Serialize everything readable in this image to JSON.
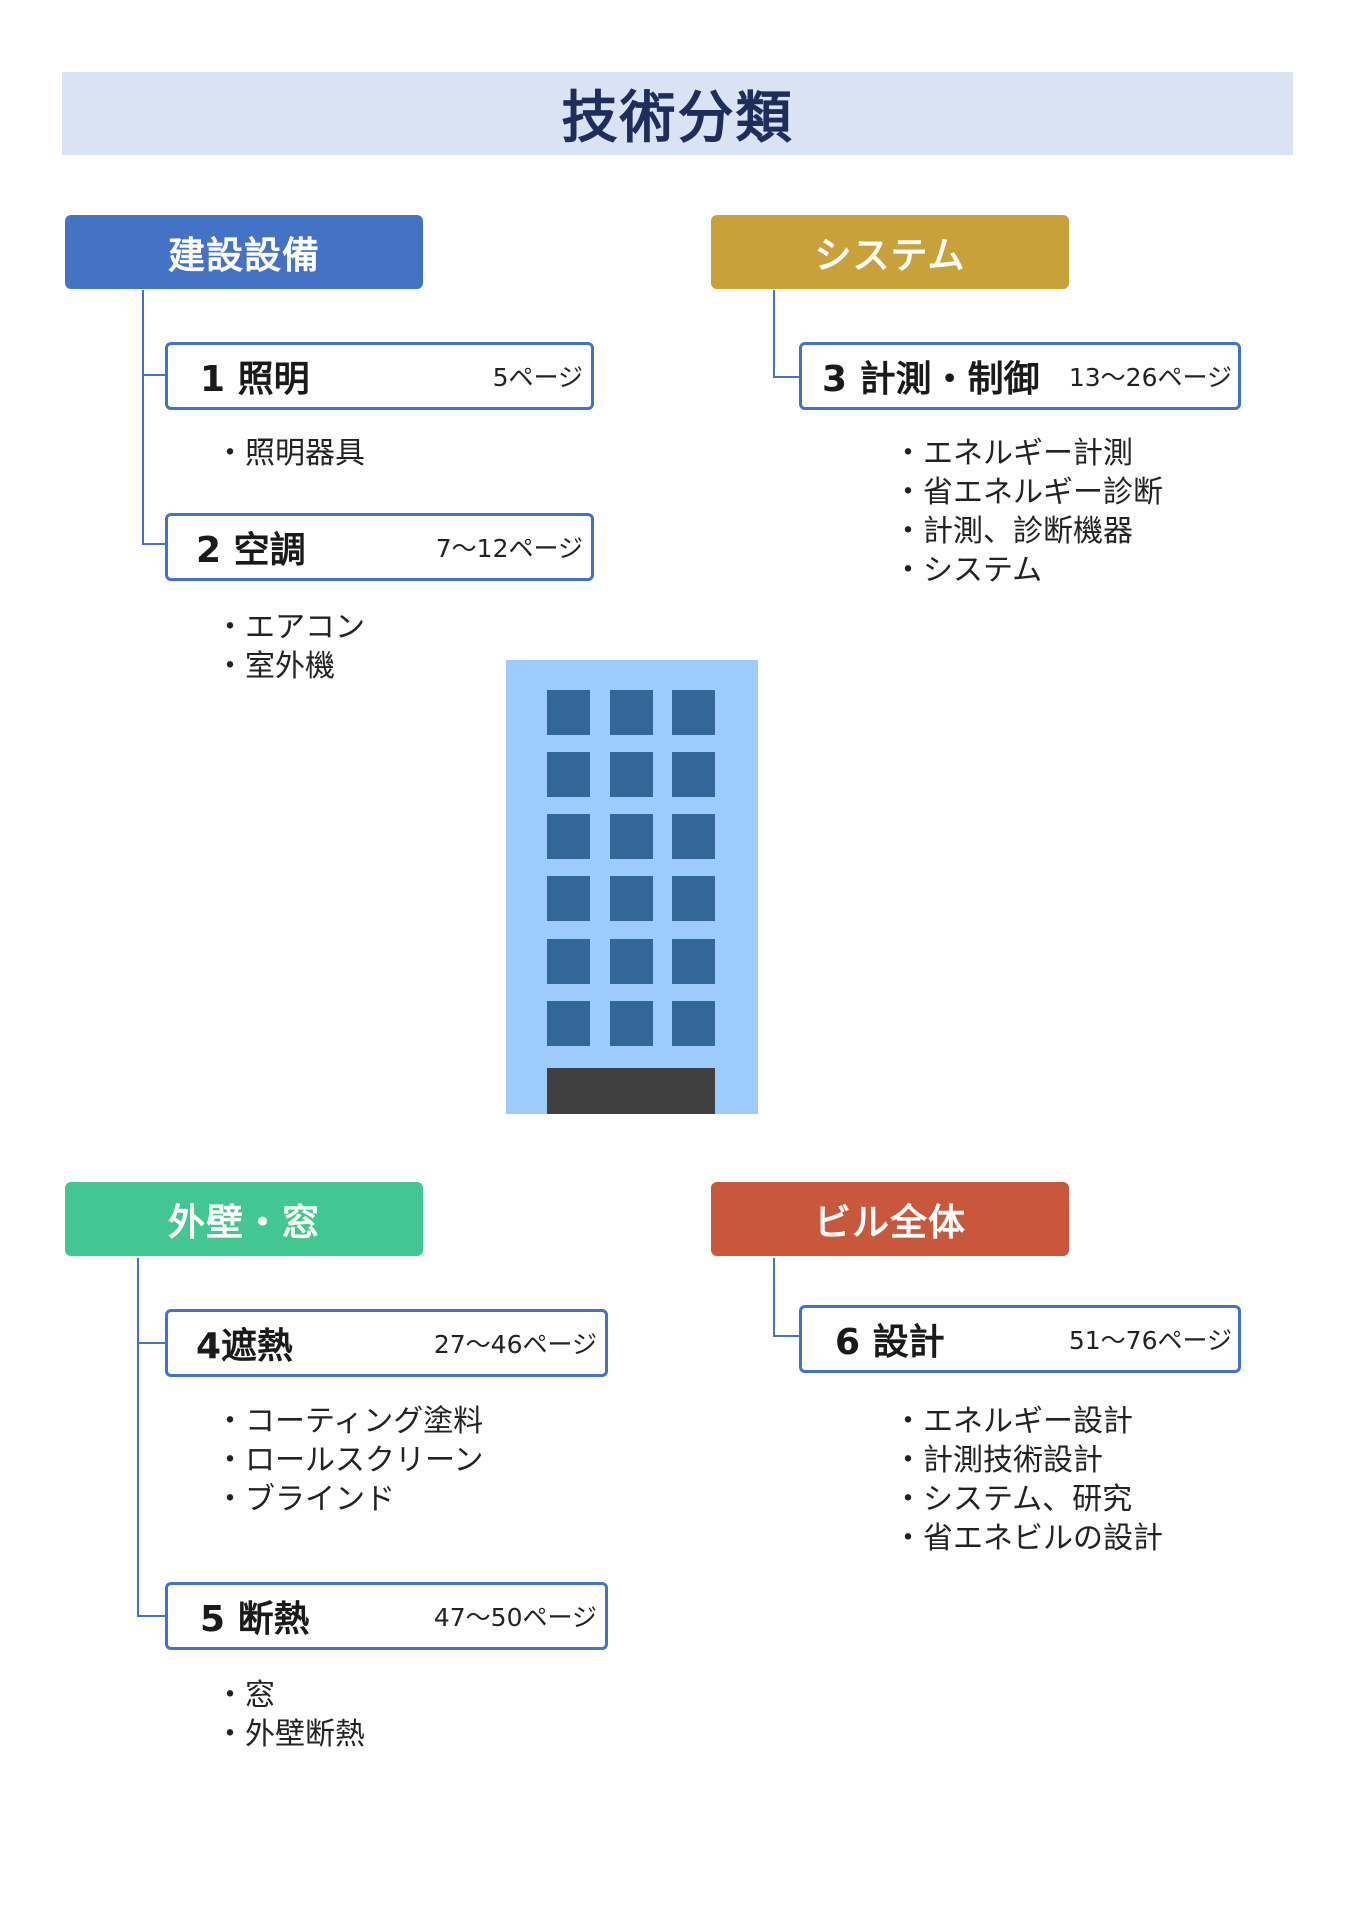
{
  "title": "技術分類",
  "categories": {
    "building_equipment": {
      "label": "建設設備",
      "color": "#4472c4",
      "items": [
        {
          "name": "1 照明",
          "pages": "5ページ",
          "bullets": [
            "・照明器具"
          ]
        },
        {
          "name": "2 空調",
          "pages": "7～12ページ",
          "bullets": [
            "・エアコン",
            "・室外機"
          ]
        }
      ]
    },
    "system": {
      "label": "システム",
      "color": "#c9a13b",
      "items": [
        {
          "name": "3 計測・制御",
          "pages": "13～26ページ",
          "bullets": [
            "・エネルギー計測",
            "・省エネルギー診断",
            "・計測、診断機器",
            "・システム"
          ]
        }
      ]
    },
    "exterior_window": {
      "label": "外壁・窓",
      "color": "#42c692",
      "items": [
        {
          "name": "4遮熱",
          "pages": "27～46ページ",
          "bullets": [
            "・コーティング塗料",
            "・ロールスクリーン",
            "・ブラインド"
          ]
        },
        {
          "name": "5 断熱",
          "pages": "47～50ページ",
          "bullets": [
            "・窓",
            "・外壁断熱"
          ]
        }
      ]
    },
    "whole_building": {
      "label": "ビル全体",
      "color": "#c8573b",
      "items": [
        {
          "name": "6 設計",
          "pages": "51～76ページ",
          "bullets": [
            "・エネルギー設計",
            "・計測技術設計",
            "・システム、研究",
            "・省エネビルの設計"
          ]
        }
      ]
    }
  }
}
